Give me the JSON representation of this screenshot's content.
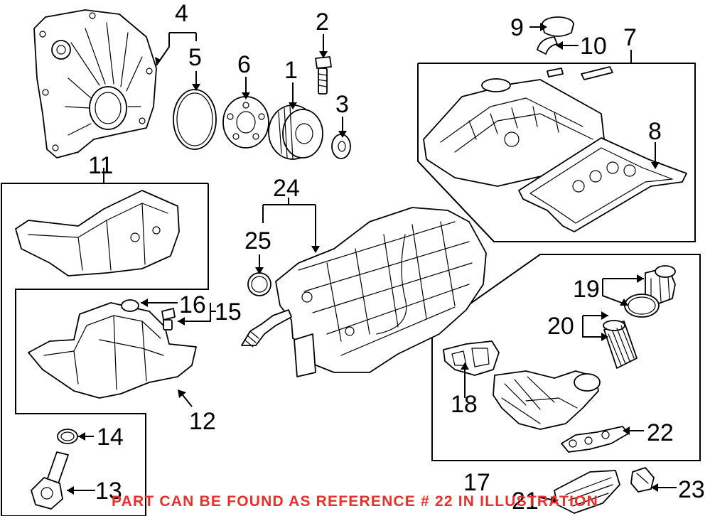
{
  "note": {
    "text": "PART CAN BE FOUND AS REFERENCE # 22 IN ILLUSTRATION",
    "color": "#e8302a"
  },
  "callouts": {
    "c1": "1",
    "c2": "2",
    "c3": "3",
    "c4": "4",
    "c5": "5",
    "c6": "6",
    "c7": "7",
    "c8": "8",
    "c9": "9",
    "c10": "10",
    "c11": "11",
    "c12": "12",
    "c13": "13",
    "c14": "14",
    "c15": "15",
    "c16": "16",
    "c17": "17",
    "c18": "18",
    "c19": "19",
    "c20": "20",
    "c21": "21",
    "c22": "22",
    "c23": "23",
    "c24": "24",
    "c25": "25"
  },
  "highlight_reference": "22",
  "line_color": "#000000"
}
